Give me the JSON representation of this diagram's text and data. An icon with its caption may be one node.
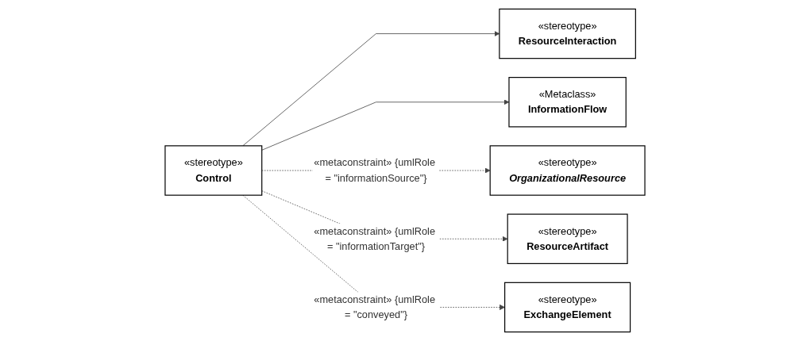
{
  "diagram": {
    "nodes": [
      {
        "text": [
          "«stereotype»",
          "ResourceInteraction"
        ]
      },
      {
        "text": [
          "«Metaclass»",
          "InformationFlow"
        ]
      },
      {
        "text": [
          "«stereotype»",
          "Control"
        ]
      },
      {
        "text": [
          "«stereotype»",
          "OrganizationalResource"
        ]
      },
      {
        "text": [
          "«stereotype»",
          "ResourceArtifact"
        ]
      },
      {
        "text": [
          "«stereotype»",
          "ExchangeElement"
        ]
      }
    ],
    "edges": [
      {
        "from": 2,
        "to": 0,
        "arrow": "to"
      },
      {
        "from": 2,
        "to": 1,
        "arrow": "to"
      },
      {
        "from": 2,
        "to": 3,
        "arrow": "to",
        "style": "dashed",
        "label": "«metaconstraint» {umlRole = \"informationSource\"}"
      },
      {
        "from": 2,
        "to": 4,
        "arrow": "to",
        "style": "dashed",
        "label": "«metaconstraint» {umlRole = \"informationTarget\"}"
      },
      {
        "from": 2,
        "to": 5,
        "arrow": "to",
        "style": "dashed",
        "label": "«metaconstraint» {umlRole = \"conveyed\"}"
      }
    ]
  }
}
